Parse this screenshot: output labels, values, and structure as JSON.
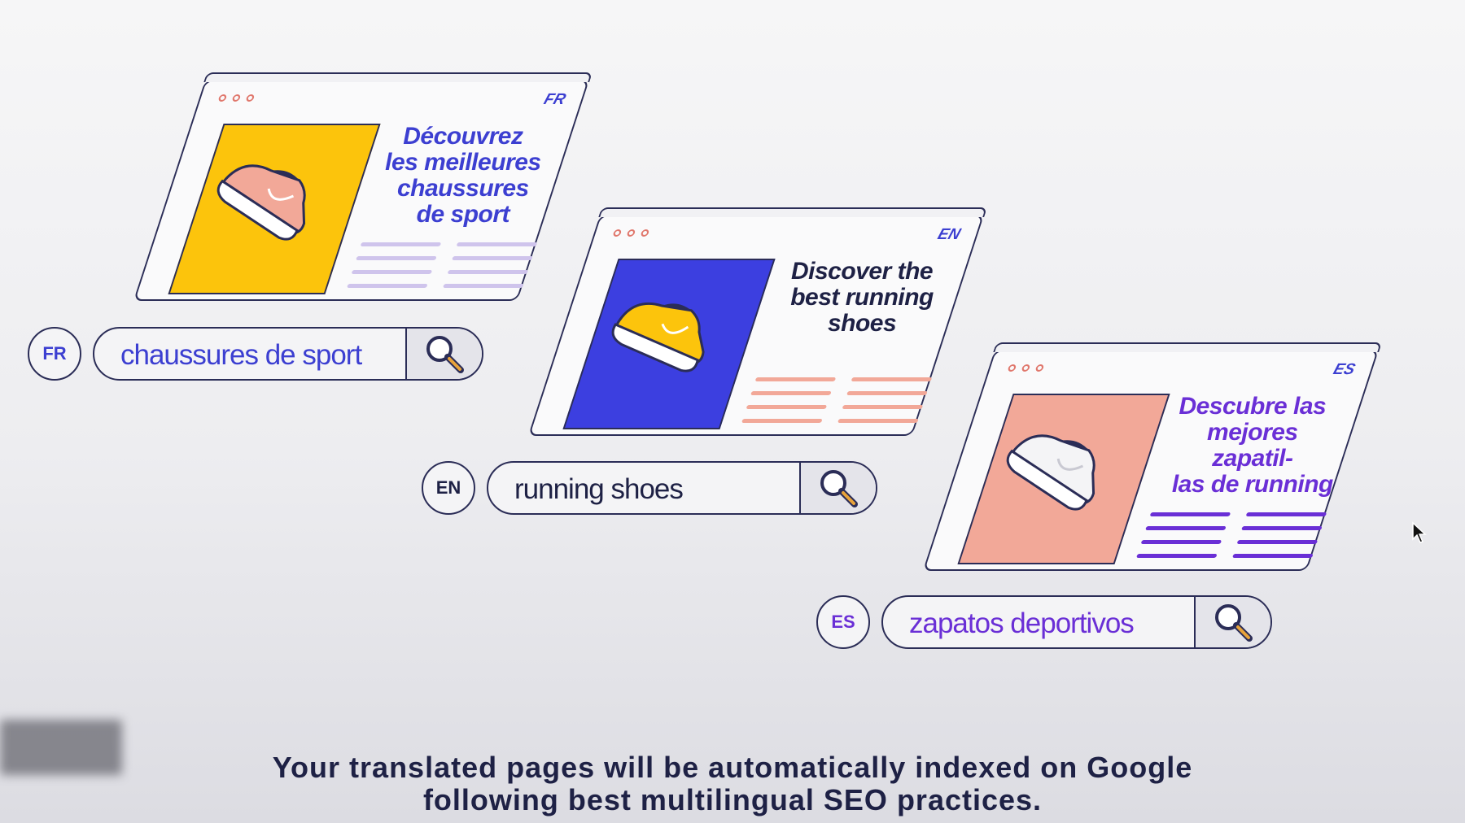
{
  "cards": {
    "fr": {
      "lang": "FR",
      "headline_lines": [
        "Découvrez",
        "les meilleures",
        "chaussures",
        "de sport"
      ],
      "photo_color": "#fcc40c",
      "shoe_color": "#f2a898",
      "text_color": "#3c3fd1",
      "line_color": "#cfc4ec"
    },
    "en": {
      "lang": "EN",
      "headline_lines": [
        "Discover the",
        "best running",
        "shoes"
      ],
      "photo_color": "#3c3fe0",
      "shoe_color": "#fcc40c",
      "text_color": "#1e2145",
      "line_color": "#f2a898"
    },
    "es": {
      "lang": "ES",
      "headline_lines": [
        "Descubre las",
        "mejores zapatil-",
        "las de running"
      ],
      "photo_color": "#f2a898",
      "shoe_color": "#f4f4f6",
      "text_color": "#6a2fd6",
      "line_color": "#6a2fd6"
    }
  },
  "searches": {
    "fr": {
      "lang": "FR",
      "query": "chaussures de sport",
      "color": "#3c3fd1"
    },
    "en": {
      "lang": "EN",
      "query": "running shoes",
      "color": "#1e2145"
    },
    "es": {
      "lang": "ES",
      "query": "zapatos deportivos",
      "color": "#6a2fd6"
    }
  },
  "caption": {
    "line1": "Your translated pages will be automatically indexed on Google",
    "line2": "following best multilingual SEO practices."
  },
  "icons": {
    "search": "magnifier-icon",
    "shoe": "sneaker-icon",
    "cursor": "arrow-cursor-icon"
  }
}
